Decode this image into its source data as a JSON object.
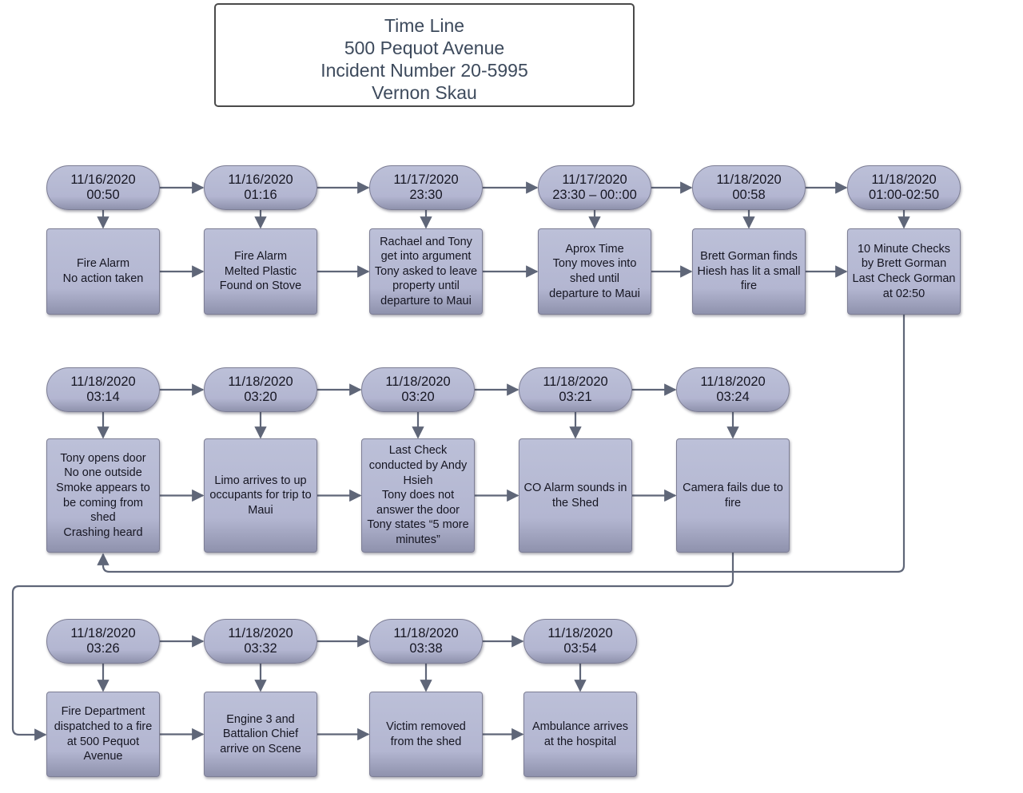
{
  "title": {
    "lines": [
      "Time Line",
      "500 Pequot Avenue",
      "Incident Number 20-5995",
      "Vernon Skau"
    ]
  },
  "rows": [
    {
      "events": [
        {
          "date": "11/16/2020",
          "time": "00:50",
          "lines": [
            "Fire Alarm",
            "No action taken"
          ]
        },
        {
          "date": "11/16/2020",
          "time": "01:16",
          "lines": [
            "Fire Alarm",
            "Melted Plastic",
            "Found on Stove"
          ]
        },
        {
          "date": "11/17/2020",
          "time": "23:30",
          "lines": [
            "Rachael and Tony",
            "get into argument",
            "Tony asked to leave",
            "property until",
            "departure to Maui"
          ]
        },
        {
          "date": "11/17/2020",
          "time": "23:30 – 00::00",
          "lines": [
            "Aprox Time",
            "Tony moves into",
            "shed until",
            "departure to Maui"
          ]
        },
        {
          "date": "11/18/2020",
          "time": "00:58",
          "lines": [
            "Brett Gorman finds",
            "Hiesh has lit a small",
            "fire"
          ]
        },
        {
          "date": "11/18/2020",
          "time": "01:00-02:50",
          "lines": [
            "10 Minute Checks",
            "by Brett Gorman",
            "Last Check Gorman",
            "at 02:50"
          ]
        }
      ]
    },
    {
      "events": [
        {
          "date": "11/18/2020",
          "time": "03:14",
          "lines": [
            "Tony opens door",
            "No one outside",
            "Smoke appears to",
            "be coming from",
            "shed",
            "Crashing heard"
          ]
        },
        {
          "date": "11/18/2020",
          "time": "03:20",
          "lines": [
            "Limo arrives to up",
            "occupants for trip to",
            "Maui"
          ]
        },
        {
          "date": "11/18/2020",
          "time": "03:20",
          "lines": [
            "Last Check",
            "conducted by Andy",
            "Hsieh",
            "Tony does not",
            "answer the door",
            "Tony states “5 more",
            "minutes”"
          ]
        },
        {
          "date": "11/18/2020",
          "time": "03:21",
          "lines": [
            "CO Alarm sounds in",
            "the Shed"
          ]
        },
        {
          "date": "11/18/2020",
          "time": "03:24",
          "lines": [
            "Camera fails due to",
            "fire"
          ]
        }
      ]
    },
    {
      "events": [
        {
          "date": "11/18/2020",
          "time": "03:26",
          "lines": [
            "Fire Department",
            "dispatched to a fire",
            "at 500 Pequot",
            "Avenue"
          ]
        },
        {
          "date": "11/18/2020",
          "time": "03:32",
          "lines": [
            "Engine 3 and",
            "Battalion Chief",
            "arrive on Scene"
          ]
        },
        {
          "date": "11/18/2020",
          "time": "03:38",
          "lines": [
            "Victim removed",
            "from the shed"
          ]
        },
        {
          "date": "11/18/2020",
          "time": "03:54",
          "lines": [
            "Ambulance arrives",
            "at the hospital"
          ]
        }
      ]
    }
  ],
  "colors": {
    "node_fill": "#b6b9d3",
    "node_border": "#7d7e95",
    "connector": "#5f6678",
    "title_text": "#3d4a5c"
  }
}
